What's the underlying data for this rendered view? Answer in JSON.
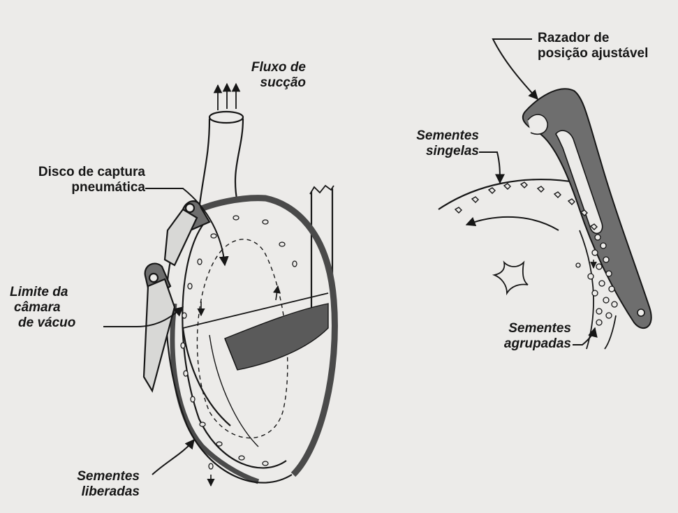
{
  "labels": {
    "suction_flow": [
      "Fluxo de",
      "sucção"
    ],
    "capture_disc": [
      "Disco de captura",
      "pneumática"
    ],
    "vacuum_limit": [
      "Limite da",
      "câmara",
      "de vácuo"
    ],
    "released_seeds": [
      "Sementes",
      "liberadas"
    ],
    "adjustable_scraper": [
      "Razador de",
      "posição ajustável"
    ],
    "single_seeds": [
      "Sementes",
      "singelas"
    ],
    "grouped_seeds": [
      "Sementes",
      "agrupadas"
    ]
  },
  "colors": {
    "ink": "#161616",
    "part_fill": "#6e6e6e",
    "paper": "#ecebe9",
    "seed_pile": "#5a5a5a"
  }
}
